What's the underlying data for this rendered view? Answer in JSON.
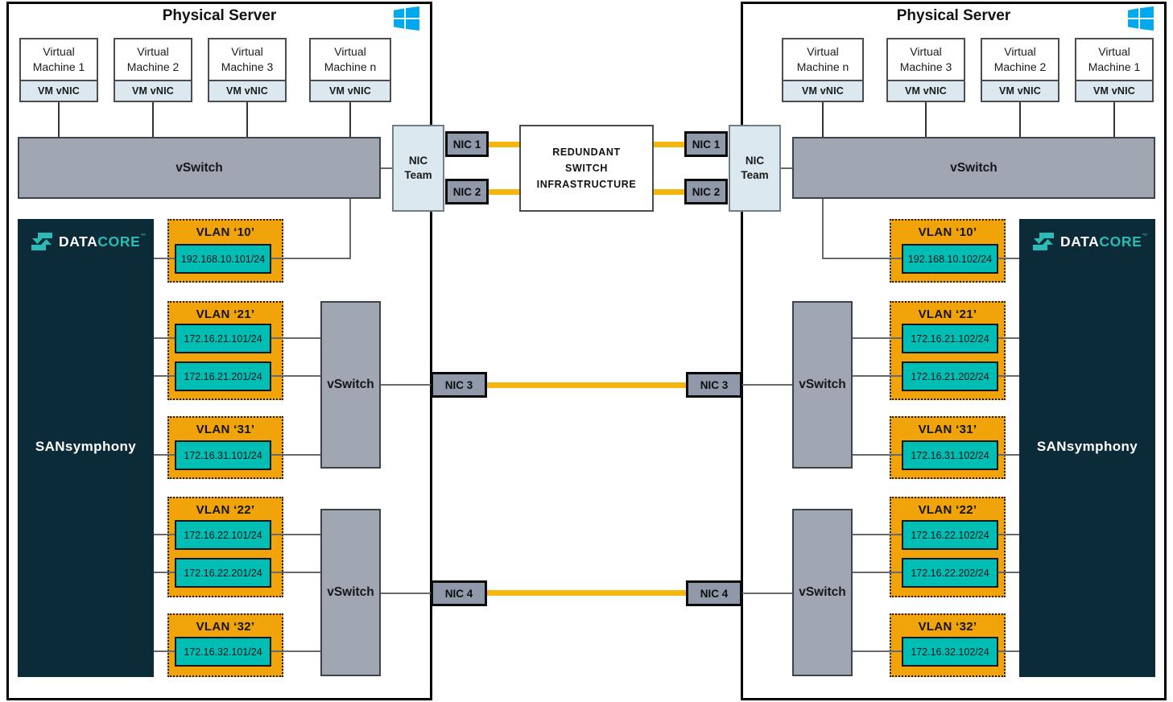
{
  "center": {
    "redundant_switch_lines": [
      "REDUNDANT",
      "SWITCH",
      "INFRASTRUCTURE"
    ]
  },
  "datacore": {
    "wordmark_primary": "DATA",
    "wordmark_secondary": "CORE",
    "trademark": "™",
    "product": "SANsymphony"
  },
  "colors": {
    "network_link_yellow": "#F7B60D",
    "vlan_box_orange": "#F0A40A",
    "ip_box_teal": "#00BEB4",
    "brand_dark_navy": "#0C2B38",
    "brand_teal": "#2BBAB4",
    "windows_blue": "#00A9EE"
  },
  "servers": [
    {
      "title": "Physical Server",
      "vswitch_label": "vSwitch",
      "nic_team_label": "NIC Team",
      "nic_labels": [
        "NIC 1",
        "NIC 2",
        "NIC 3",
        "NIC 4"
      ],
      "vms": [
        {
          "label": "Virtual Machine 1",
          "vnic_label": "VM vNIC"
        },
        {
          "label": "Virtual Machine 2",
          "vnic_label": "VM vNIC"
        },
        {
          "label": "Virtual Machine 3",
          "vnic_label": "VM vNIC"
        },
        {
          "label": "Virtual Machine n",
          "vnic_label": "VM vNIC"
        }
      ],
      "vlans": [
        {
          "label": "VLAN ‘10’",
          "ips": [
            "192.168.10.101/24"
          ]
        },
        {
          "label": "VLAN ‘21’",
          "ips": [
            "172.16.21.101/24",
            "172.16.21.201/24"
          ]
        },
        {
          "label": "VLAN ‘31’",
          "ips": [
            "172.16.31.101/24"
          ]
        },
        {
          "label": "VLAN ‘22’",
          "ips": [
            "172.16.22.101/24",
            "172.16.22.201/24"
          ]
        },
        {
          "label": "VLAN ‘32’",
          "ips": [
            "172.16.32.101/24"
          ]
        }
      ]
    },
    {
      "title": "Physical Server",
      "vswitch_label": "vSwitch",
      "nic_team_label": "NIC Team",
      "nic_labels": [
        "NIC 1",
        "NIC 2",
        "NIC 3",
        "NIC 4"
      ],
      "vms": [
        {
          "label": "Virtual Machine n",
          "vnic_label": "VM vNIC"
        },
        {
          "label": "Virtual Machine 3",
          "vnic_label": "VM vNIC"
        },
        {
          "label": "Virtual Machine 2",
          "vnic_label": "VM vNIC"
        },
        {
          "label": "Virtual Machine 1",
          "vnic_label": "VM vNIC"
        }
      ],
      "vlans": [
        {
          "label": "VLAN ‘10’",
          "ips": [
            "192.168.10.102/24"
          ]
        },
        {
          "label": "VLAN ‘21’",
          "ips": [
            "172.16.21.102/24",
            "172.16.21.202/24"
          ]
        },
        {
          "label": "VLAN ‘31’",
          "ips": [
            "172.16.31.102/24"
          ]
        },
        {
          "label": "VLAN ‘22’",
          "ips": [
            "172.16.22.102/24",
            "172.16.22.202/24"
          ]
        },
        {
          "label": "VLAN ‘32’",
          "ips": [
            "172.16.32.102/24"
          ]
        }
      ]
    }
  ]
}
